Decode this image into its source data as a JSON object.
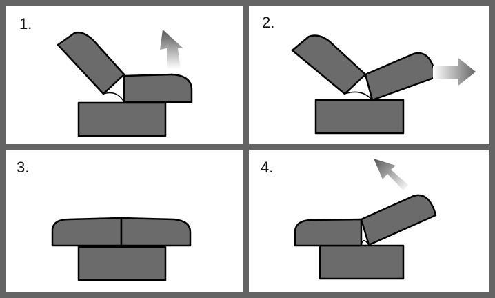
{
  "steps": [
    {
      "label": "1."
    },
    {
      "label": "2."
    },
    {
      "label": "3."
    },
    {
      "label": "4."
    }
  ],
  "colors": {
    "frame": "#646464",
    "cushion": "#6b6b6b",
    "outline": "#000000"
  }
}
